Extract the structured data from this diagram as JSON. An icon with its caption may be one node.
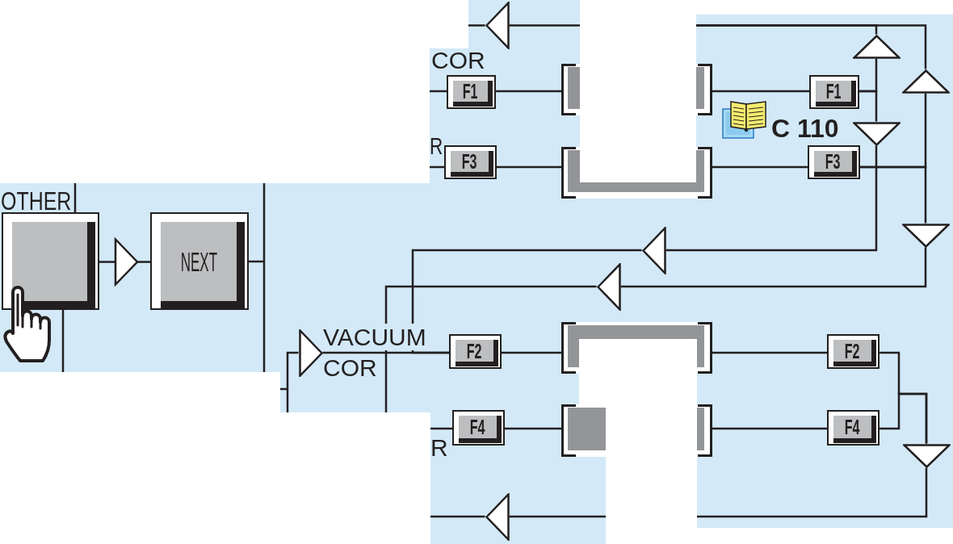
{
  "diagram": {
    "nodes": [
      {
        "text": [],
        "shape": "box"
      },
      {
        "text": [
          "NEXT"
        ]
      },
      {
        "text": [
          "F1"
        ]
      },
      {
        "text": [],
        "shape": "bar"
      },
      {
        "text": [
          "F1"
        ]
      },
      {
        "text": [
          "F3"
        ]
      },
      {
        "text": [],
        "shape": "bar"
      },
      {
        "text": [
          "F3"
        ]
      },
      {
        "text": [
          "F2"
        ]
      },
      {
        "text": [],
        "shape": "bar"
      },
      {
        "text": [
          "F2"
        ]
      },
      {
        "text": [
          "F4"
        ]
      },
      {
        "text": [],
        "shape": "bar"
      },
      {
        "text": [
          "F4"
        ]
      },
      {
        "text": [],
        "shape": "triangle"
      },
      {
        "text": [],
        "shape": "triangle"
      },
      {
        "text": [],
        "shape": "triangle"
      },
      {
        "text": [],
        "shape": "triangle"
      },
      {
        "text": [],
        "shape": "triangle"
      },
      {
        "text": [],
        "shape": "triangle"
      },
      {
        "text": [],
        "shape": "triangle"
      },
      {
        "text": [],
        "shape": "triangle"
      },
      {
        "text": [],
        "shape": "triangle"
      },
      {
        "text": [],
        "shape": "triangle"
      }
    ],
    "edges": [
      {
        "from": 0,
        "to": 1,
        "arrow": "to"
      },
      {
        "from": 1,
        "to": null,
        "arrow": "none"
      },
      {
        "from": null,
        "to": 0,
        "arrow": "none"
      },
      {
        "from": 0,
        "to": null,
        "arrow": "none"
      },
      {
        "from": null,
        "to": 2,
        "arrow": "none"
      },
      {
        "from": 2,
        "to": 3,
        "arrow": "none"
      },
      {
        "from": 3,
        "to": 4,
        "arrow": "none"
      },
      {
        "from": 4,
        "to": 15,
        "arrow": "none"
      },
      {
        "from": 4,
        "to": 17,
        "arrow": "none"
      },
      {
        "from": 15,
        "to": null,
        "arrow": "none"
      },
      {
        "from": null,
        "to": 14,
        "arrow": "none"
      },
      {
        "from": 14,
        "to": null,
        "arrow": "none"
      },
      {
        "from": 17,
        "to": 19,
        "arrow": "none"
      },
      {
        "from": 19,
        "to": 8,
        "arrow": "none"
      },
      {
        "from": null,
        "to": 5,
        "arrow": "none"
      },
      {
        "from": 5,
        "to": 6,
        "arrow": "none"
      },
      {
        "from": 6,
        "to": 7,
        "arrow": "none"
      },
      {
        "from": 7,
        "to": 16,
        "arrow": "none"
      },
      {
        "from": 7,
        "to": 18,
        "arrow": "none"
      },
      {
        "from": 16,
        "to": null,
        "arrow": "none"
      },
      {
        "from": 18,
        "to": 20,
        "arrow": "none"
      },
      {
        "from": 20,
        "to": null,
        "arrow": "none"
      },
      {
        "from": null,
        "to": 21,
        "arrow": "none"
      },
      {
        "from": 21,
        "to": 8,
        "arrow": "none",
        "label": "VACUUM COR"
      },
      {
        "from": 8,
        "to": 9,
        "arrow": "none"
      },
      {
        "from": 9,
        "to": 10,
        "arrow": "none"
      },
      {
        "from": null,
        "to": 11,
        "arrow": "none"
      },
      {
        "from": 11,
        "to": 12,
        "arrow": "none"
      },
      {
        "from": 12,
        "to": 13,
        "arrow": "none"
      },
      {
        "from": 10,
        "to": 22,
        "arrow": "none"
      },
      {
        "from": 13,
        "to": 22,
        "arrow": "none"
      },
      {
        "from": 22,
        "to": null,
        "arrow": "none"
      },
      {
        "from": null,
        "to": 23,
        "arrow": "none"
      },
      {
        "from": 23,
        "to": null,
        "arrow": "none"
      }
    ],
    "labels": [
      "COR",
      "C 110",
      "R",
      "OTHER",
      "R"
    ]
  }
}
